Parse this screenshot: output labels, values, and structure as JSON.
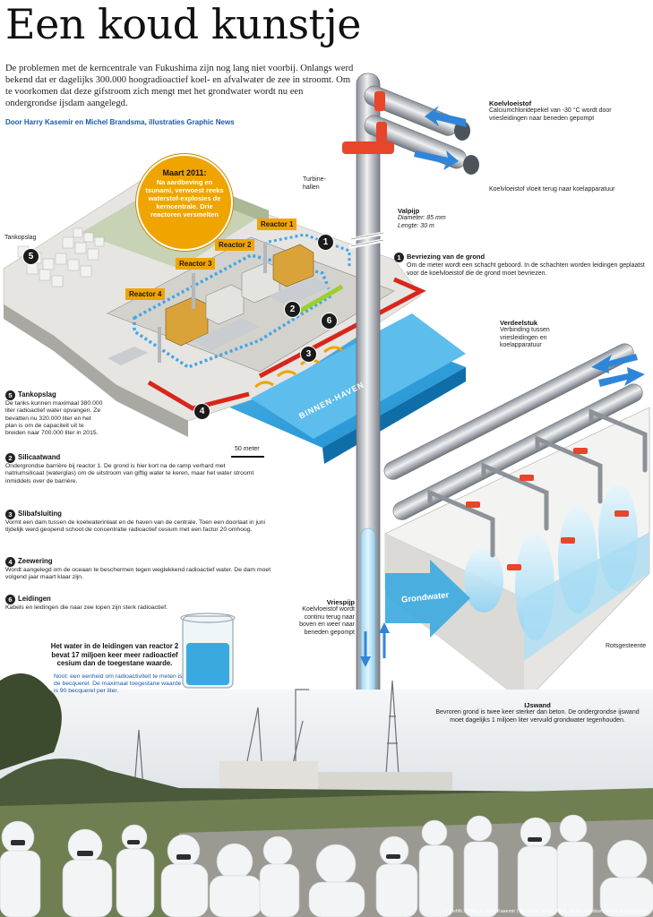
{
  "title": "Een koud kunstje",
  "intro": "De problemen met de kerncentrale van Fukushima zijn nog lang niet voorbij. Onlangs werd bekend dat er dagelijks 300.000 hoogradioactief koel- en afvalwater de zee in stroomt. Om te voorkomen dat deze gifstroom zich mengt met het grondwater wordt nu een ondergrondse ijsdam aangelegd.",
  "byline": "Door Harry Kasemir en Michel Brandsma, illustraties Graphic News",
  "callout": {
    "heading": "Maart 2011:",
    "text": "Na aardbeving en tsunami, verwoest reeks waterstof-explosies de kerncentrale. Drie reactoren versmelten"
  },
  "site_labels": {
    "turbine": "Turbine-hallen",
    "tank": "Tankopslag",
    "harbor": "BINNEN-HAVEN",
    "scale": "50 meter"
  },
  "reactors": [
    "Reactor 1",
    "Reactor 2",
    "Reactor 3",
    "Reactor 4"
  ],
  "markers": [
    "1",
    "2",
    "3",
    "4",
    "5",
    "6"
  ],
  "pipe_labels": {
    "coolant_title": "Koelvloeistof",
    "coolant_text": "Calciumchloridepekel van -30 °C wordt door vriesleidingen naar beneden gepompt",
    "return_text": "Koelvloeistof vloeit terug naar koelapparatuur",
    "valpijp_title": "Valpijp",
    "valpijp_diam": "Diameter: 85 mm",
    "valpijp_len": "Lengte: 30 m",
    "freeze_title": "Bevriezing van de grond",
    "freeze_text": "Om de meter wordt een schacht geboord. In de schachten worden leidingen geplaatst voor de koelvloeistof die de grond moet bevriezen.",
    "manifold_title": "Verdeelstuk",
    "manifold_text": "Verbinding tussen vriesleidingen en koelapparatuur",
    "groundwater": "Grondwater",
    "freezepipe_title": "Vriespijp",
    "freezepipe_text": "Koelvloeistof wordt continu terug naar boven en weer naar beneden gepompt",
    "bedrock": "Rotsgesteente",
    "icewall_title": "IJswand",
    "icewall_text": "Bevroren grond is twee keer sterker dan beton. De ondergrondse ijswand moet dagelijks 1 miljoen liter vervuild grondwater tegenhouden."
  },
  "items": [
    {
      "num": "5",
      "title": "Tankopslag",
      "text": "De tanks kunnen maximaal 380.000 liter radioactief water opvangen. Ze bevatten nu 320.000 liter en het plan is om de capaciteit uit te breiden naar 700.000 liter in 2015."
    },
    {
      "num": "2",
      "title": "Silicaatwand",
      "text": "Ondergrondse barrière bij reactor 1. De grond is hier kort na de ramp verhard met natriumsilicaat (waterglas) om de uitstroom van giftig water te keren, maar het water stroomt inmiddels over de barrière."
    },
    {
      "num": "3",
      "title": "Slibafsluiting",
      "text": "Vormt een dam tussen de koelwaterinlaat en de haven van de centrale. Toen een doorlaat in juni tijdelijk werd geopend schoot de concentratie radioactief cesium met een factor 20 omhoog."
    },
    {
      "num": "4",
      "title": "Zeewering",
      "text": "Wordt aangelegd om de oceaan te beschermen tegen weglekkend radioactief water. De dam moet volgend jaar maart klaar zijn."
    },
    {
      "num": "6",
      "title": "Leidingen",
      "text": "Kabels en leidingen die naar zee lopen zijn sterk radioactief."
    }
  ],
  "beaker": {
    "headline": "Het water in de leidingen van reactor 2 bevat 17 miljoen keer meer radioactief cesium dan de toegestane waarde.",
    "note": "Noot: een eenheid om radioactiviteit te meten is de becquerel. De maximaal toegestane waarde is 90 becquerel per liter."
  },
  "credit": "© DvhN 2008/13| Harry Kasemir | Bronnen: Tepco, NRA, Asahi Shimbun, Reme & McDonnell",
  "colors": {
    "orange": "#f0a400",
    "red": "#d9261c",
    "blue": "#2f86d8",
    "water": "#3aa9e0",
    "ground": "#dcdad4"
  }
}
